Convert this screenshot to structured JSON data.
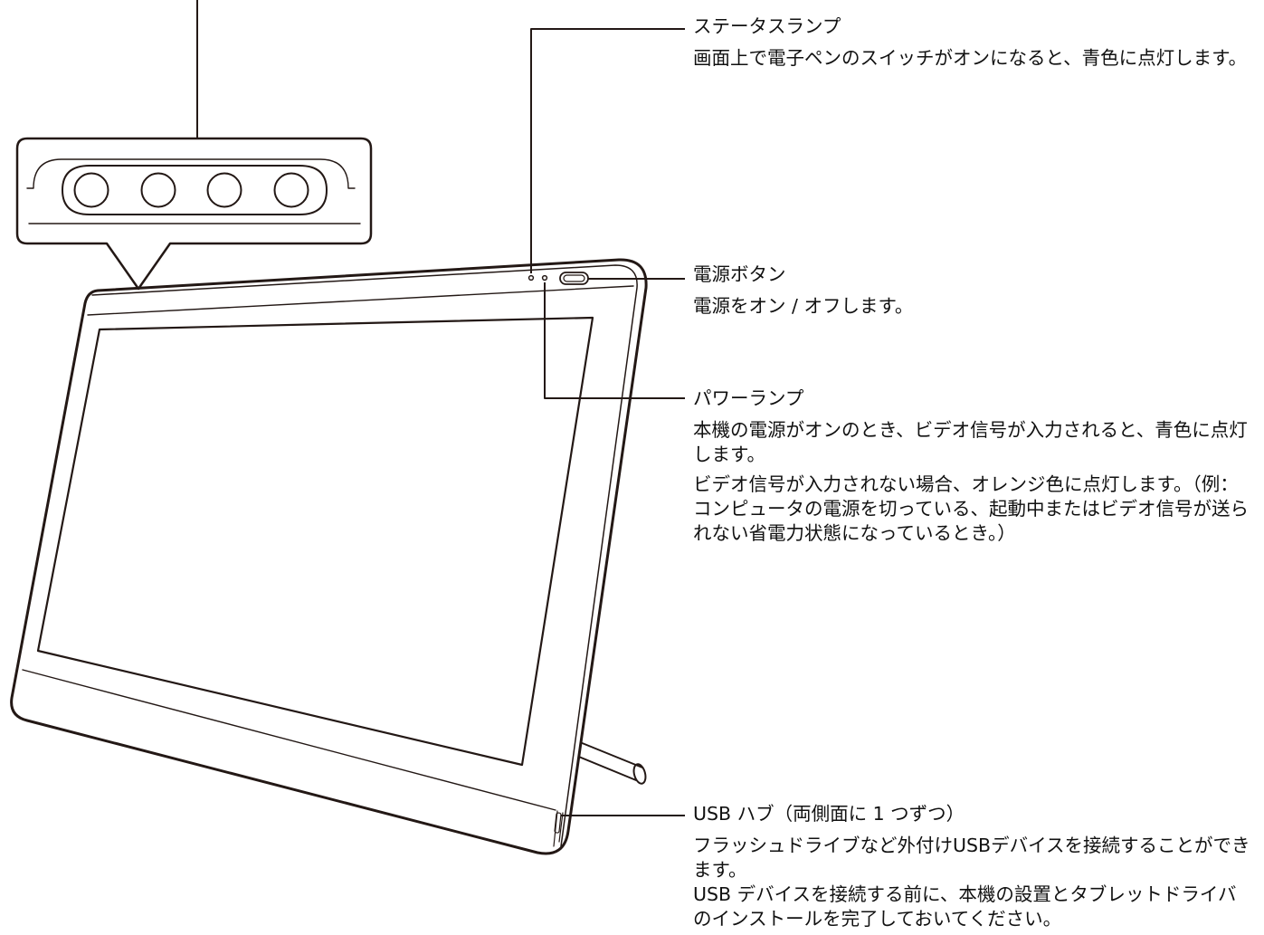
{
  "callouts": {
    "status_lamp": {
      "title": "ステータスランプ",
      "lines": [
        "画面上で電子ペンのスイッチがオンになると、青色に点灯します。"
      ]
    },
    "power_button": {
      "title": "電源ボタン",
      "lines": [
        "電源をオン / オフします。"
      ]
    },
    "power_lamp": {
      "title": "パワーランプ",
      "lines": [
        "本機の電源がオンのとき、ビデオ信号が入力されると、青色に点灯します。",
        "ビデオ信号が入力されない場合、オレンジ色に点灯します。（例：コンピュータの電源を切っている、起動中またはビデオ信号が送られない省電力状態になっているとき。）"
      ]
    },
    "usb_hub": {
      "title": "USB ハブ（両側面に 1 つずつ）",
      "lines": [
        "フラッシュドライブなど外付けUSBデバイスを接続することができます。",
        "USB デバイスを接続する前に、本機の設置とタブレットドライバのインストールを完了しておいてください。"
      ]
    }
  },
  "colors": {
    "line": "#231815",
    "text": "#111111",
    "fill": "#ffffff"
  },
  "icons": [
    "express-key-icon",
    "status-lamp-icon",
    "power-lamp-icon",
    "power-button-icon"
  ]
}
